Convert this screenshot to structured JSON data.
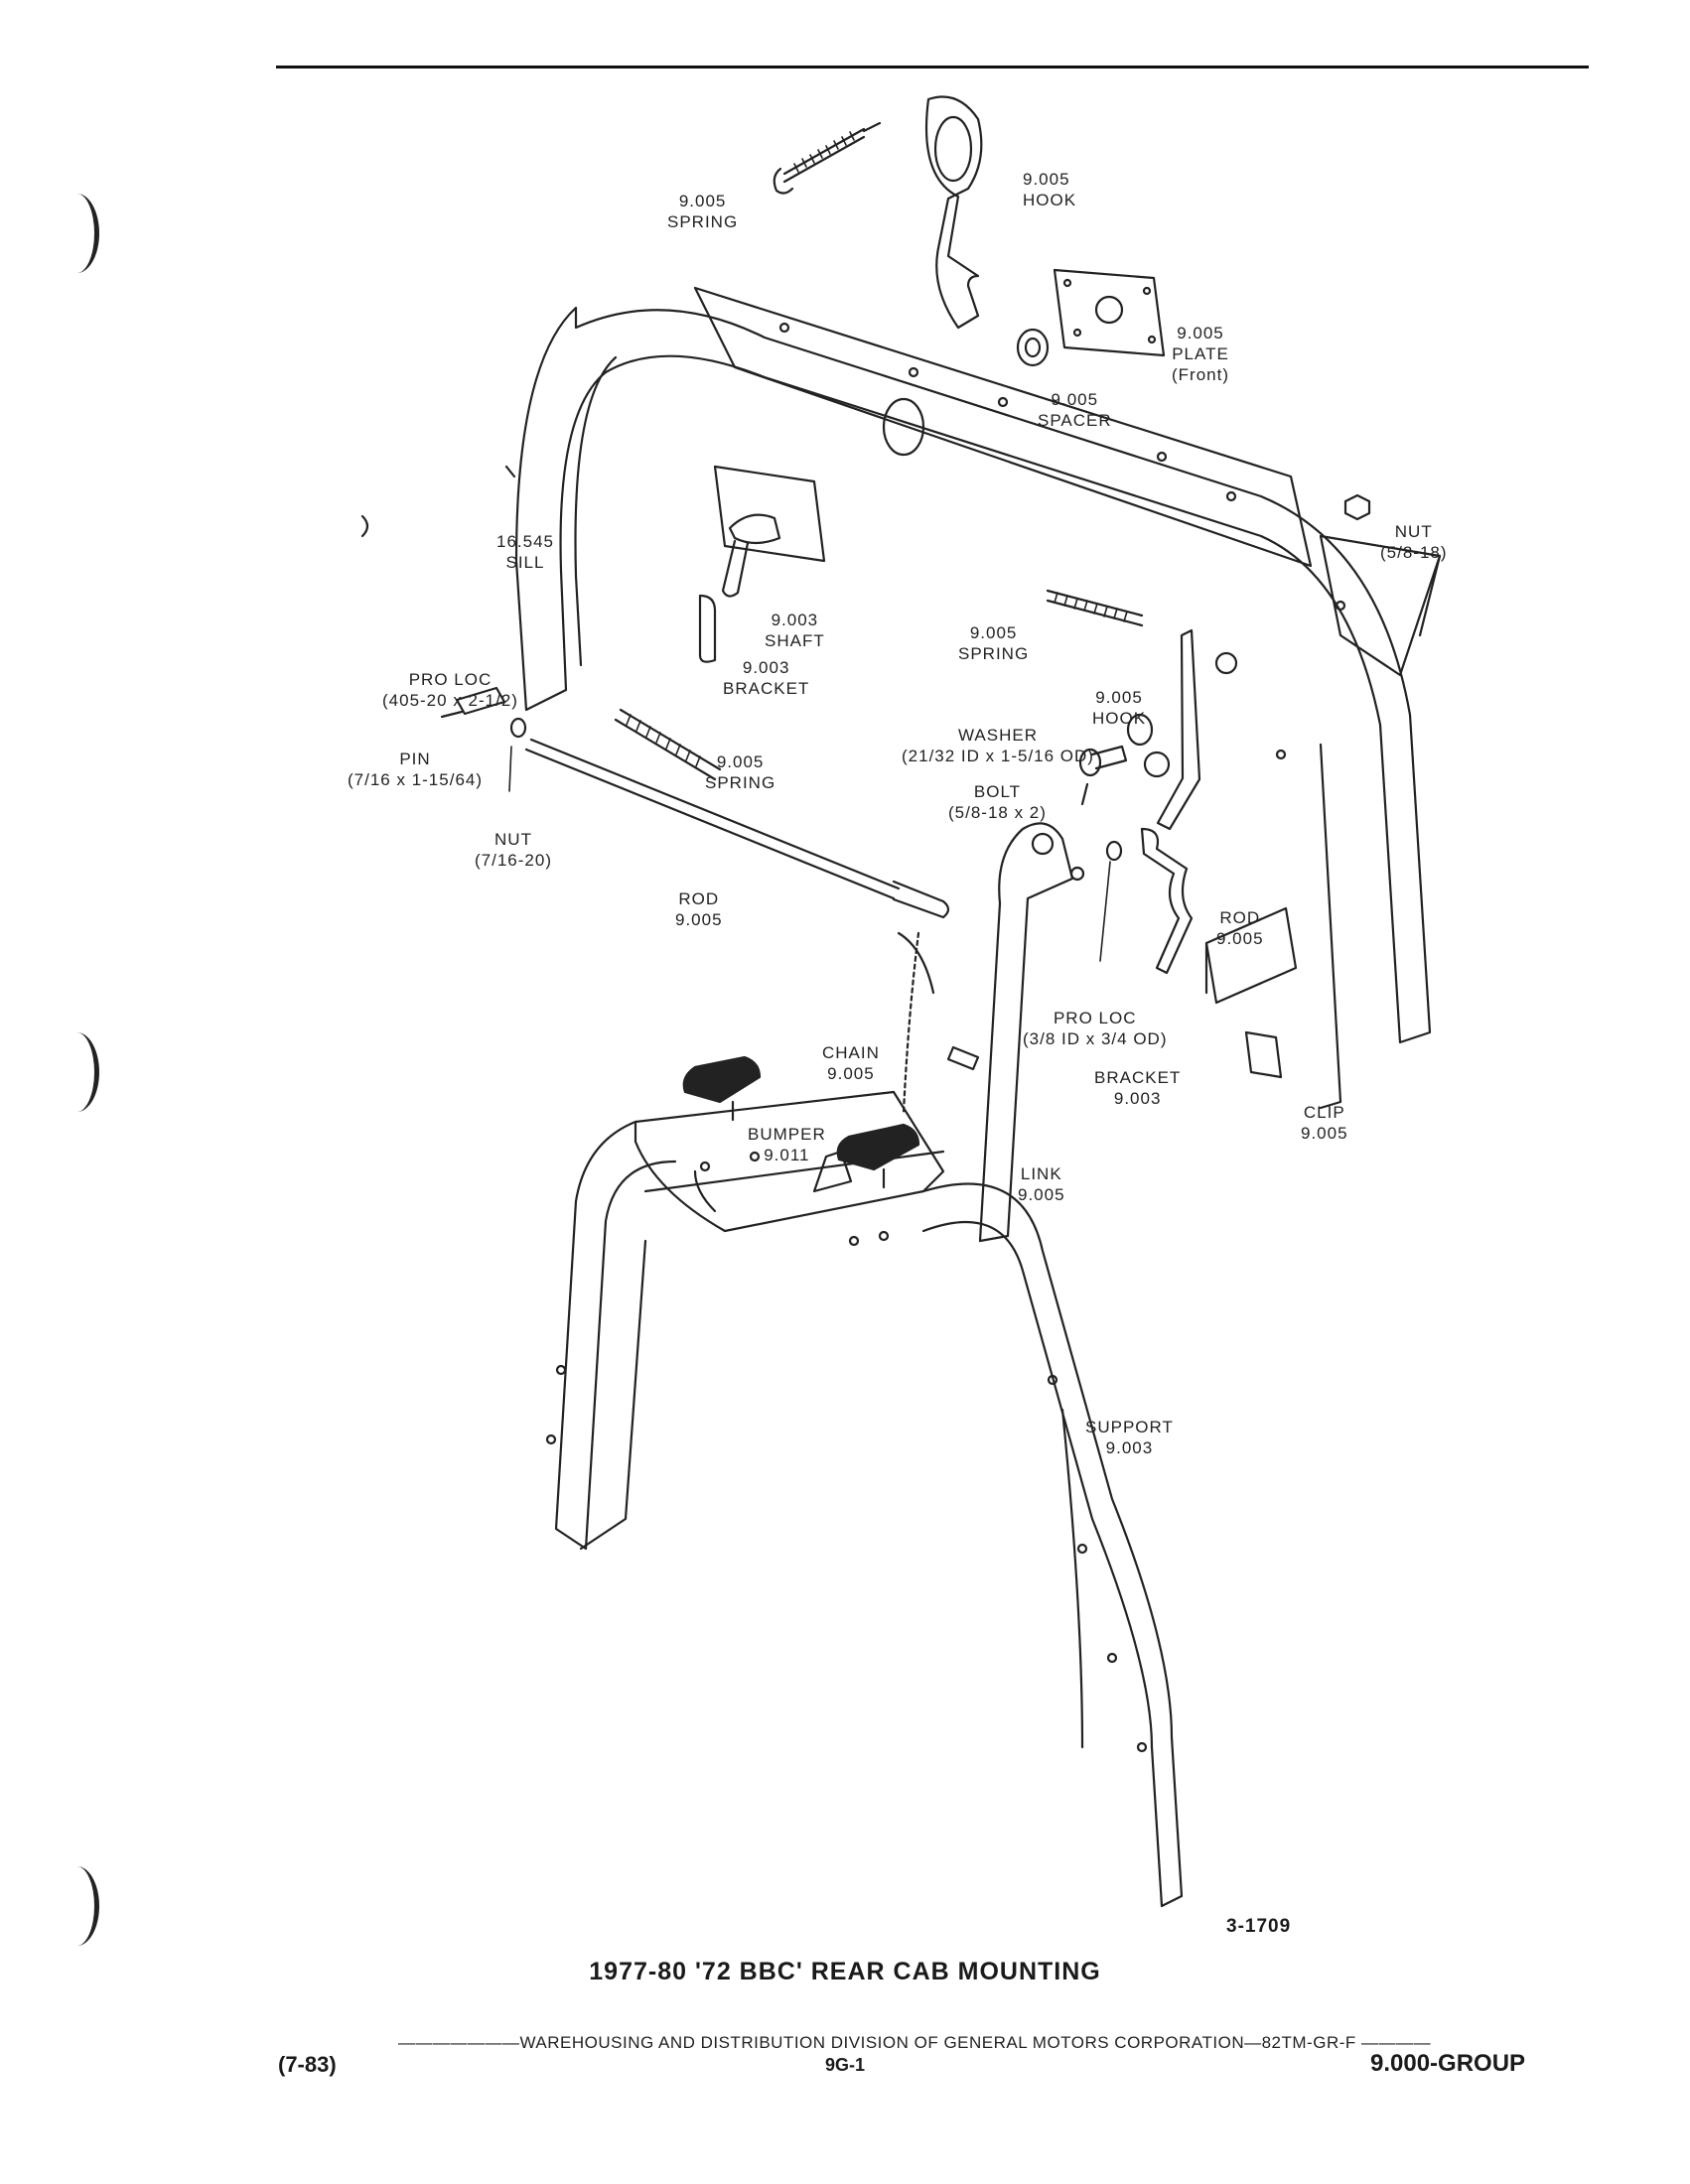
{
  "labels": {
    "spring_top": {
      "num": "9.005",
      "name": "SPRING"
    },
    "hook_top": {
      "num": "9.005",
      "name": "HOOK"
    },
    "plate": {
      "num": "9.005",
      "name": "PLATE",
      "sub": "(Front)"
    },
    "spacer": {
      "num": "9.005",
      "name": "SPACER"
    },
    "nut_right": {
      "name": "NUT",
      "sub": "(5/8-18)"
    },
    "sill": {
      "num": "16.545",
      "name": "SILL"
    },
    "shaft": {
      "num": "9.003",
      "name": "SHAFT"
    },
    "bracket_left": {
      "num": "9.003",
      "name": "BRACKET"
    },
    "spring_mid": {
      "num": "9.005",
      "name": "SPRING"
    },
    "hook_mid": {
      "num": "9.005",
      "name": "HOOK"
    },
    "pro_loc_left": {
      "name": "PRO LOC",
      "sub": "(405-20 x 2-1/2)"
    },
    "washer": {
      "name": "WASHER",
      "sub": "(21/32 ID x 1-5/16 OD)"
    },
    "pin": {
      "name": "PIN",
      "sub": "(7/16 x 1-15/64)"
    },
    "spring_low": {
      "num": "9.005",
      "name": "SPRING"
    },
    "bolt": {
      "name": "BOLT",
      "sub": "(5/8-18 x 2)"
    },
    "nut_left": {
      "name": "NUT",
      "sub": "(7/16-20)"
    },
    "rod_left": {
      "name": "ROD",
      "num": "9.005"
    },
    "rod_right": {
      "name": "ROD",
      "num": "9.005"
    },
    "pro_loc_right": {
      "name": "PRO LOC",
      "sub": "(3/8 ID x 3/4 OD)"
    },
    "bracket_right": {
      "name": "BRACKET",
      "num": "9.003"
    },
    "chain": {
      "name": "CHAIN",
      "num": "9.005"
    },
    "clip": {
      "name": "CLIP",
      "num": "9.005"
    },
    "bumper": {
      "name": "BUMPER",
      "num": "9.011"
    },
    "link": {
      "name": "LINK",
      "num": "9.005"
    },
    "support": {
      "name": "SUPPORT",
      "num": "9.003"
    }
  },
  "figure_id": "3-1709",
  "title": "1977-80 '72 BBC' REAR CAB MOUNTING",
  "footer": {
    "line": "WAREHOUSING AND DISTRIBUTION  DIVISION OF GENERAL MOTORS CORPORATION—82TM-GR-F",
    "left": "(7-83)",
    "center": "9G-1",
    "right": "9.000-GROUP"
  }
}
